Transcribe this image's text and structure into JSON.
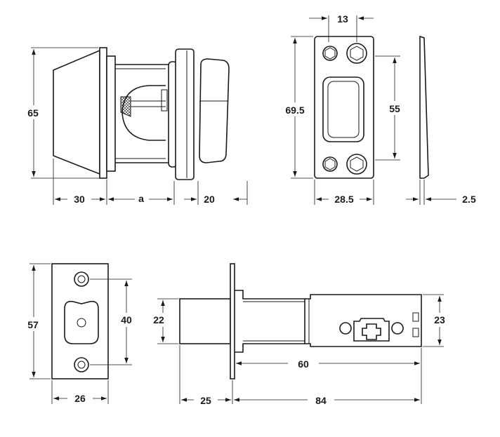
{
  "dimensions": {
    "front_height": "65",
    "rose_width": "30",
    "backset_var": "a",
    "knob_depth": "20",
    "plate_hole_spacing": "13",
    "plate_height": "69.5",
    "plate_slot_height": "55",
    "plate_width": "28.5",
    "plate_thickness": "2.5",
    "face_height": "57",
    "face_hole_spacing": "40",
    "face_width": "26",
    "bolt_height": "22",
    "case_height": "23",
    "case_length": "60",
    "bolt_projection": "25",
    "overall_length": "84"
  },
  "colors": {
    "line": "#1a1a1a",
    "background": "#ffffff"
  }
}
